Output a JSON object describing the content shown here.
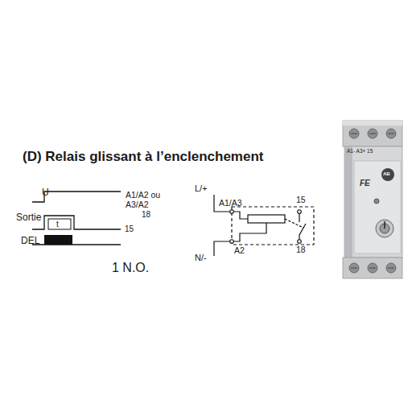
{
  "diagram": {
    "title": "(D) Relais glissant à l’enclenchement",
    "labels": [
      "U",
      "Sortie",
      "DEL",
      "t",
      "A1/A2 ou A3/A2",
      "18",
      "15",
      "1 N.O.",
      "L/+",
      "A1/A3",
      "15",
      "A2",
      "18",
      "N/-",
      "A1- A3+ 15",
      "FE",
      "AB"
    ]
  }
}
